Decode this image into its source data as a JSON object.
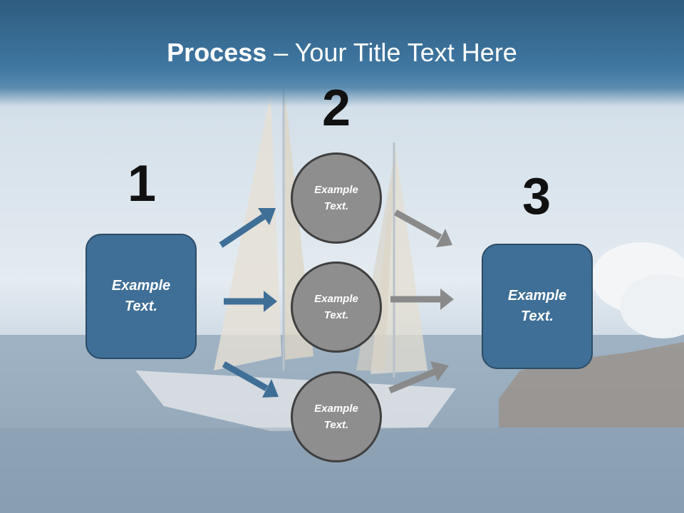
{
  "slide": {
    "title_bold": "Process",
    "title_rest": " – Your Title Text Here"
  },
  "steps": {
    "one": {
      "number": "1",
      "line1": "Example",
      "line2": "Text."
    },
    "two": {
      "number": "2"
    },
    "three": {
      "number": "3",
      "line1": "Example",
      "line2": "Text."
    }
  },
  "circles": [
    {
      "line1": "Example",
      "line2": "Text."
    },
    {
      "line1": "Example",
      "line2": "Text."
    },
    {
      "line1": "Example",
      "line2": "Text."
    }
  ],
  "colors": {
    "title_bar": "#3f78a2",
    "box_fill": "#3f6f96",
    "circle_fill": "#8e8e8e",
    "arrow_blue": "#3f6f96",
    "arrow_gray": "#8a8a8a"
  }
}
